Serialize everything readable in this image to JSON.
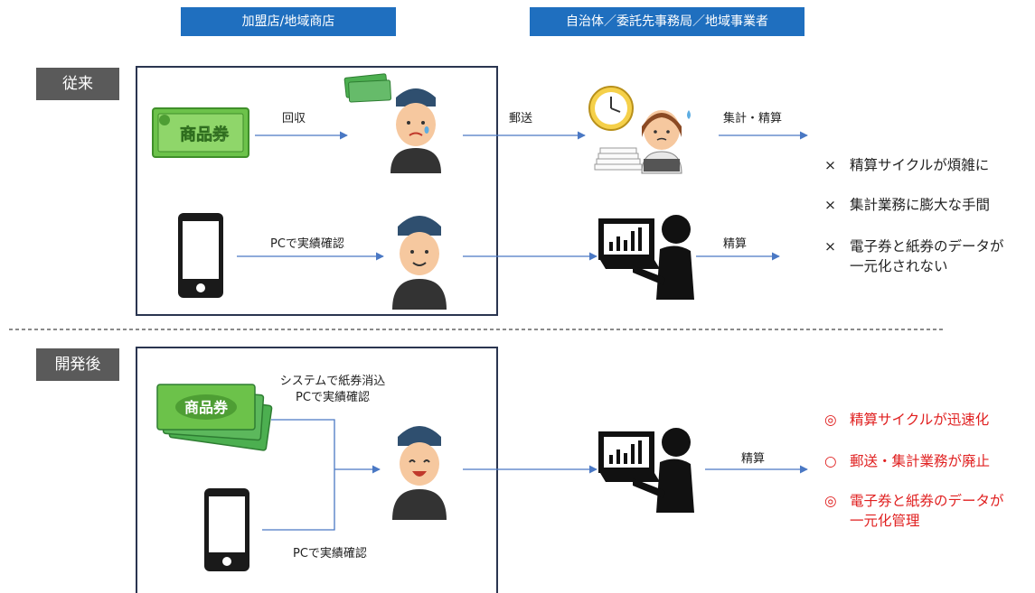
{
  "headers": {
    "store": "加盟店/地域商店",
    "municipality": "自治体／委託先事務局／地域事業者"
  },
  "before": {
    "label": "従来",
    "flows": {
      "collect": "回収",
      "mail": "郵送",
      "tally_settle": "集計・精算",
      "pc_check": "PCで実績確認",
      "settle": "精算"
    },
    "issues": [
      {
        "mark": "×",
        "lines": [
          "精算サイクルが煩雑に"
        ]
      },
      {
        "mark": "×",
        "lines": [
          "集計業務に膨大な手間"
        ]
      },
      {
        "mark": "×",
        "lines": [
          "電子券と紙券のデータが",
          "一元化されない"
        ]
      }
    ]
  },
  "after": {
    "label": "開発後",
    "flows": {
      "system_line1": "システムで紙券消込",
      "system_line2": "PCで実績確認",
      "pc_check": "PCで実績確認",
      "settle": "精算"
    },
    "benefits": [
      {
        "mark": "◎",
        "lines": [
          "精算サイクルが迅速化"
        ]
      },
      {
        "mark": "○",
        "lines": [
          "郵送・集計業務が廃止"
        ]
      },
      {
        "mark": "◎",
        "lines": [
          "電子券と紙券のデータが",
          "一元化管理"
        ]
      }
    ]
  },
  "voucher_text": "商品券",
  "colors": {
    "header_bg": "#1f6fbf",
    "label_bg": "#5a5a5a",
    "arrow": "#4a78c4",
    "benefit_text": "#e02020",
    "voucher_green": "#5cb85c"
  }
}
